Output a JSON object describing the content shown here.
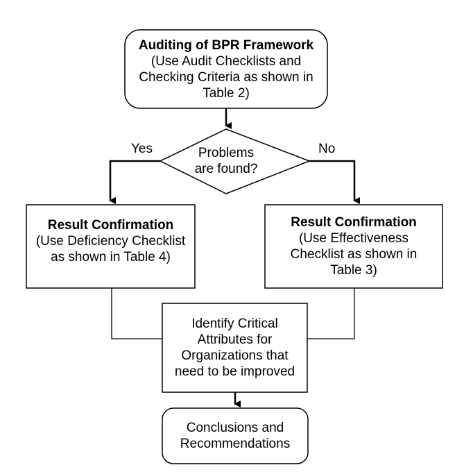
{
  "diagram": {
    "start": {
      "title": "Auditing of BPR Framework",
      "lines": [
        "(Use Audit Checklists and",
        "Checking Criteria as shown in",
        "Table 2)"
      ]
    },
    "decision": {
      "lines": [
        "Problems",
        "are found?"
      ]
    },
    "yes_label": "Yes",
    "no_label": "No",
    "left_result": {
      "title": "Result Confirmation",
      "lines": [
        "(Use Deficiency Checklist",
        "as shown in Table 4)"
      ]
    },
    "right_result": {
      "title": "Result Confirmation",
      "lines": [
        "(Use Effectiveness",
        "Checklist as shown in",
        "Table 3)"
      ]
    },
    "identify": {
      "lines": [
        "Identify Critical",
        "Attributes for",
        "Organizations that",
        "need to be improved"
      ]
    },
    "end": {
      "lines": [
        "Conclusions and",
        "Recommendations"
      ]
    }
  }
}
